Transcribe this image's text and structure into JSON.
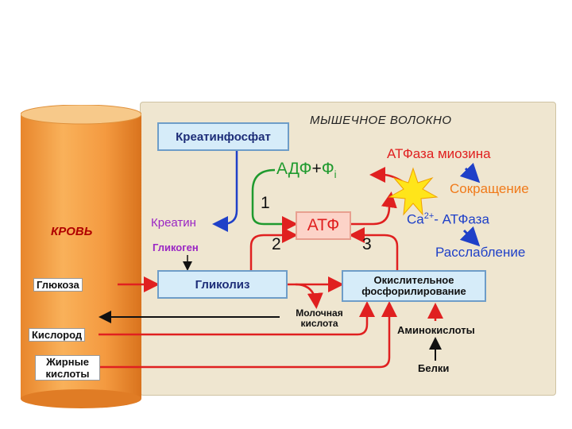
{
  "panel": {
    "title": "МЫШЕЧНОЕ ВОЛОКНО"
  },
  "blood": {
    "label": "КРОВЬ"
  },
  "boxes": {
    "creatine_phosphate": "Креатинфосфат",
    "atp": "АТФ",
    "glycolysis": "Гликолиз",
    "oxidative": "Окислительное фосфорилирование"
  },
  "labels": {
    "adp": "АДФ",
    "plus": "+",
    "phi": "Ф",
    "phi_sub": "i",
    "creatine": "Креатин",
    "glycogen": "Гликоген",
    "atpase_myosin": "АТФаза миозина",
    "contraction": "Сокращение",
    "ca": "Ca",
    "ca_sup": "2+",
    "ca_atpase": "- АТФаза",
    "relaxation": "Расслабление",
    "lactic_acid": "Молочная кислота",
    "amino_acids": "Аминокислоты",
    "proteins": "Белки"
  },
  "pathways": {
    "one": "1",
    "two": "2",
    "three": "3"
  },
  "blood_inputs": {
    "glucose": "Глюкоза",
    "oxygen": "Кислород",
    "fatty_acids": "Жирные кислоты"
  },
  "colors": {
    "red": "#e02020",
    "green": "#1f9a2e",
    "blue": "#1f40c8",
    "purple": "#9a26c4",
    "orange": "#f07a1a"
  }
}
